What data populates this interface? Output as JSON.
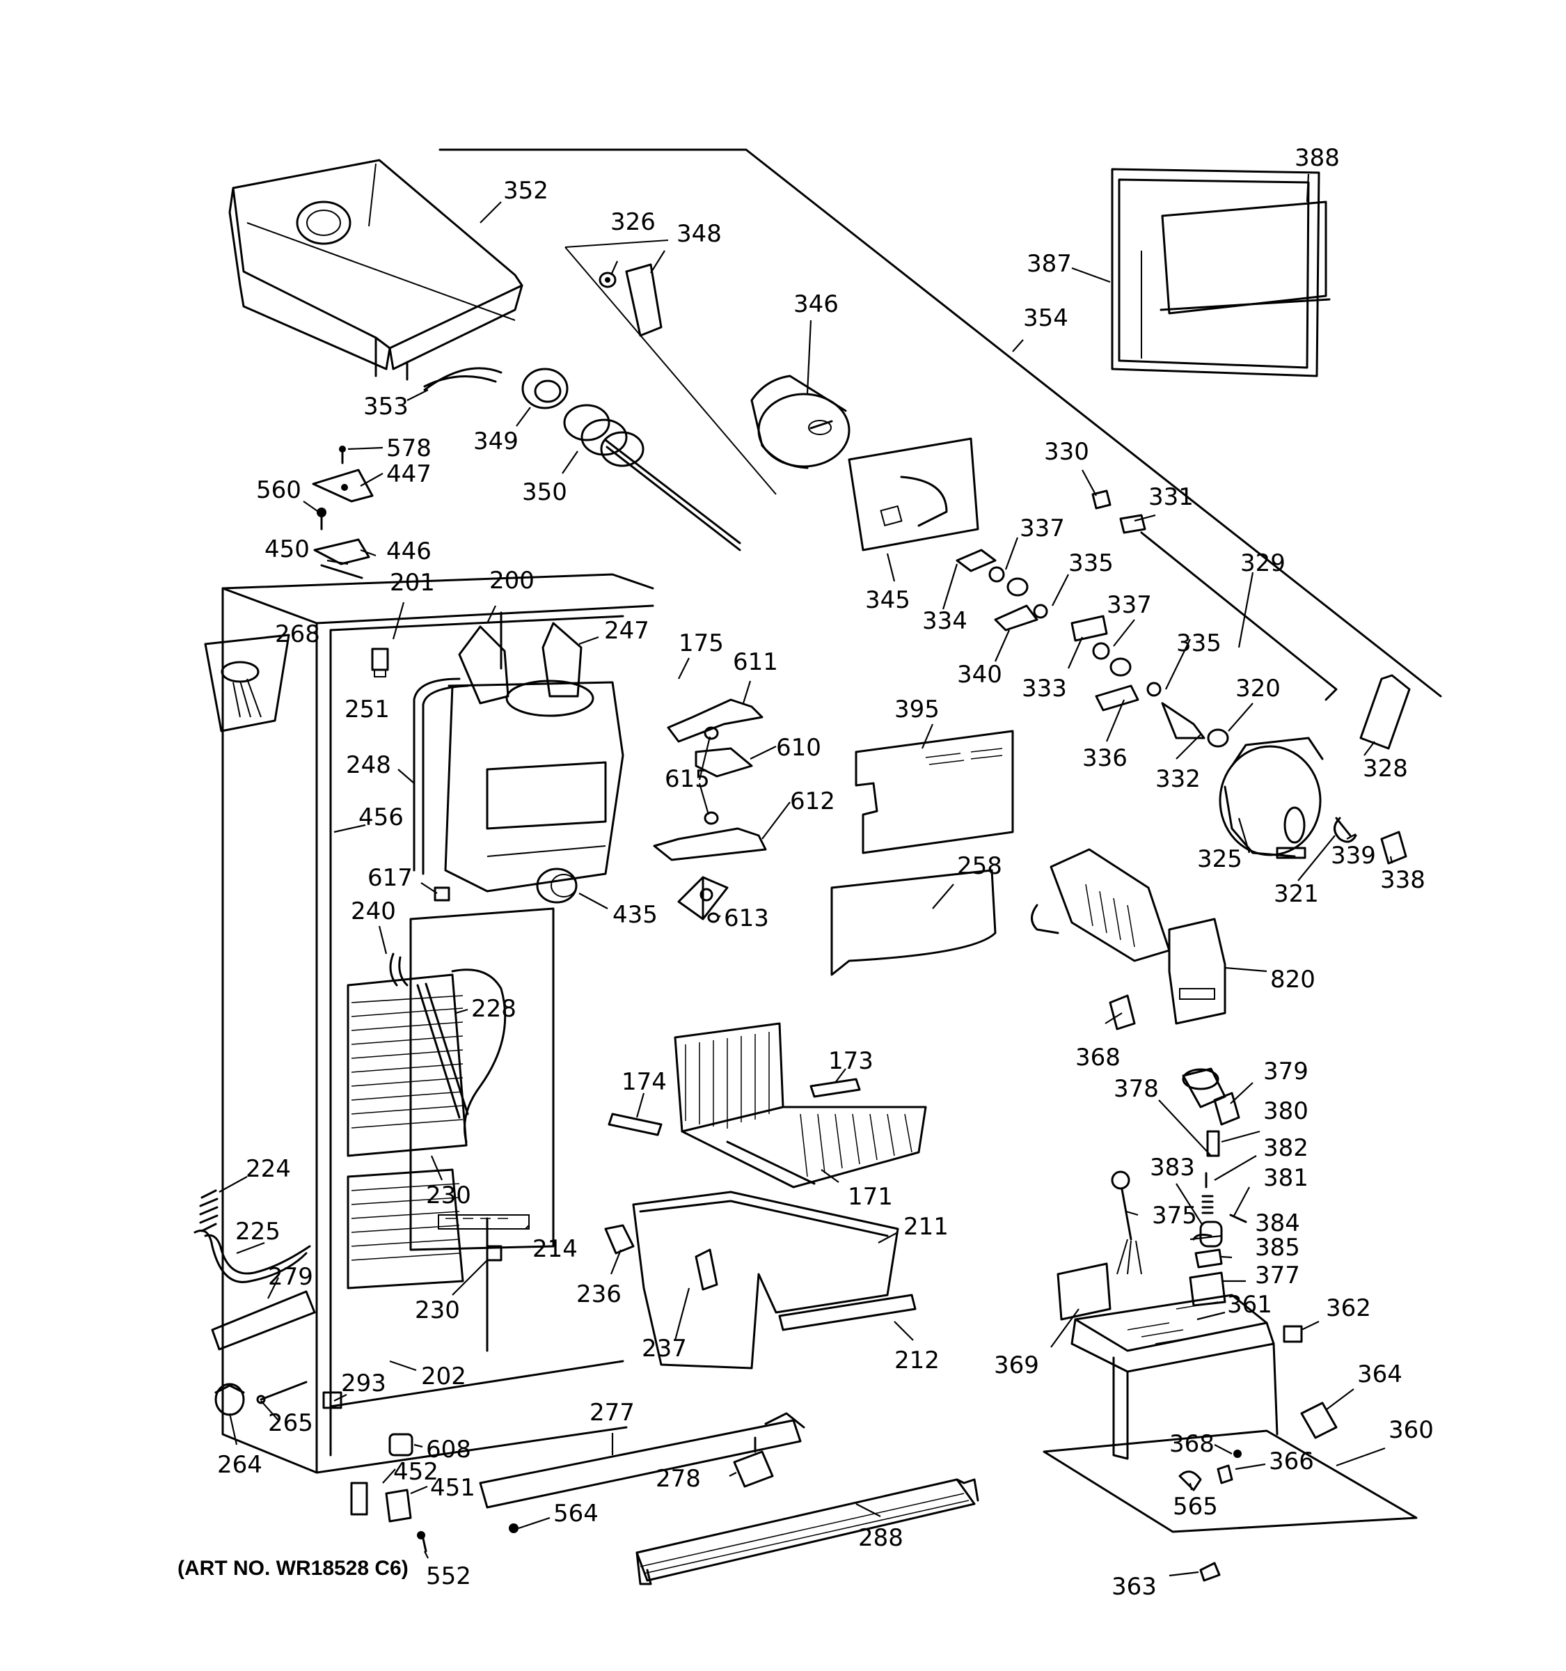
{
  "art_number": "(ART NO. WR18528 C6)",
  "callouts": [
    {
      "label": "352"
    },
    {
      "label": "326"
    },
    {
      "label": "348"
    },
    {
      "label": "346"
    },
    {
      "label": "388"
    },
    {
      "label": "387"
    },
    {
      "label": "354"
    },
    {
      "label": "353"
    },
    {
      "label": "349"
    },
    {
      "label": "350"
    },
    {
      "label": "578"
    },
    {
      "label": "447"
    },
    {
      "label": "560"
    },
    {
      "label": "450"
    },
    {
      "label": "446"
    },
    {
      "label": "201"
    },
    {
      "label": "200"
    },
    {
      "label": "268"
    },
    {
      "label": "247"
    },
    {
      "label": "251"
    },
    {
      "label": "175"
    },
    {
      "label": "611"
    },
    {
      "label": "345"
    },
    {
      "label": "334"
    },
    {
      "label": "330"
    },
    {
      "label": "331"
    },
    {
      "label": "337"
    },
    {
      "label": "335"
    },
    {
      "label": "329"
    },
    {
      "label": "340"
    },
    {
      "label": "333"
    },
    {
      "label": "337"
    },
    {
      "label": "335"
    },
    {
      "label": "320"
    },
    {
      "label": "336"
    },
    {
      "label": "332"
    },
    {
      "label": "328"
    },
    {
      "label": "395"
    },
    {
      "label": "610"
    },
    {
      "label": "615"
    },
    {
      "label": "612"
    },
    {
      "label": "248"
    },
    {
      "label": "456"
    },
    {
      "label": "325"
    },
    {
      "label": "339"
    },
    {
      "label": "338"
    },
    {
      "label": "321"
    },
    {
      "label": "617"
    },
    {
      "label": "258"
    },
    {
      "label": "435"
    },
    {
      "label": "613"
    },
    {
      "label": "240"
    },
    {
      "label": "820"
    },
    {
      "label": "228"
    },
    {
      "label": "368"
    },
    {
      "label": "173"
    },
    {
      "label": "378"
    },
    {
      "label": "379"
    },
    {
      "label": "174"
    },
    {
      "label": "380"
    },
    {
      "label": "382"
    },
    {
      "label": "224"
    },
    {
      "label": "230"
    },
    {
      "label": "383"
    },
    {
      "label": "381"
    },
    {
      "label": "171"
    },
    {
      "label": "375"
    },
    {
      "label": "384"
    },
    {
      "label": "225"
    },
    {
      "label": "211"
    },
    {
      "label": "385"
    },
    {
      "label": "214"
    },
    {
      "label": "377"
    },
    {
      "label": "279"
    },
    {
      "label": "236"
    },
    {
      "label": "230"
    },
    {
      "label": "361"
    },
    {
      "label": "362"
    },
    {
      "label": "237"
    },
    {
      "label": "212"
    },
    {
      "label": "369"
    },
    {
      "label": "293"
    },
    {
      "label": "202"
    },
    {
      "label": "364"
    },
    {
      "label": "277"
    },
    {
      "label": "265"
    },
    {
      "label": "360"
    },
    {
      "label": "608"
    },
    {
      "label": "368"
    },
    {
      "label": "264"
    },
    {
      "label": "452"
    },
    {
      "label": "366"
    },
    {
      "label": "278"
    },
    {
      "label": "451"
    },
    {
      "label": "565"
    },
    {
      "label": "564"
    },
    {
      "label": "288"
    },
    {
      "label": "552"
    },
    {
      "label": "363"
    }
  ]
}
